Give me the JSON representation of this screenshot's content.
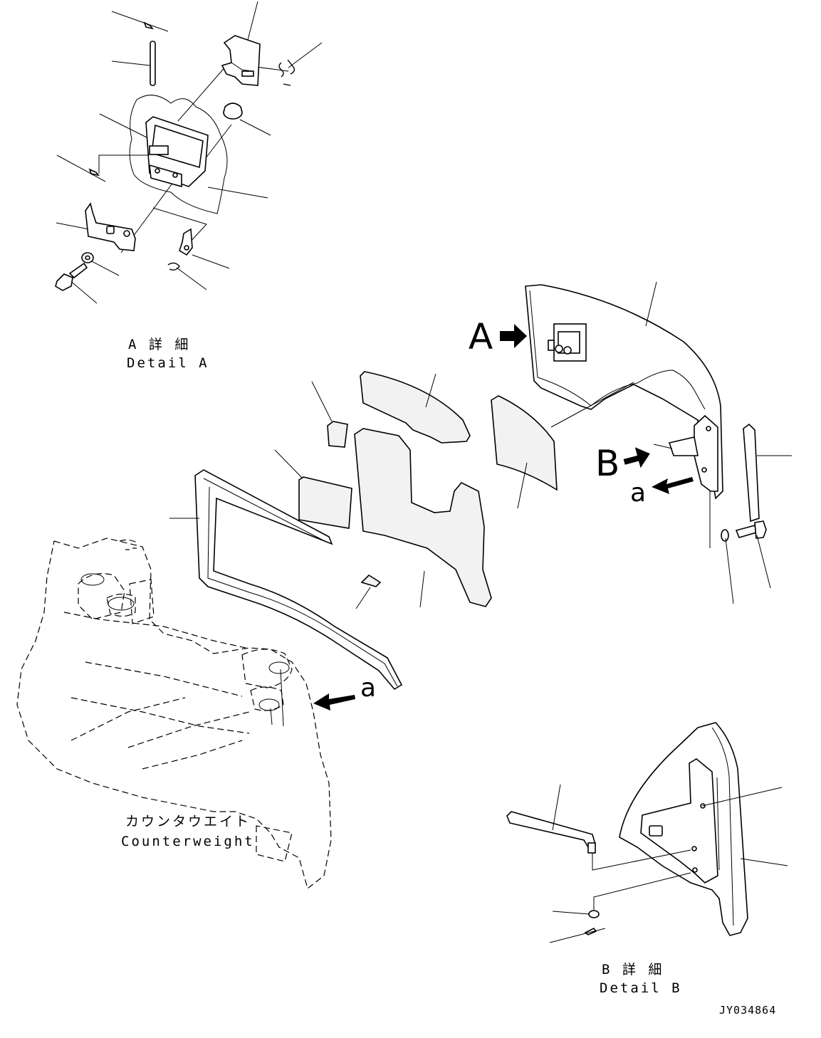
{
  "detail_a": {
    "jp": "A 詳 細",
    "en": "Detail A"
  },
  "detail_b": {
    "jp": "B 詳 細",
    "en": "Detail B"
  },
  "counterweight": {
    "jp": "カウンタウエイト",
    "en": "Counterweight"
  },
  "view_markers": {
    "a": "A",
    "b": "B"
  },
  "reference": {
    "a_upper": "a",
    "a_lower": "a"
  },
  "drawing_code": "JY034864"
}
